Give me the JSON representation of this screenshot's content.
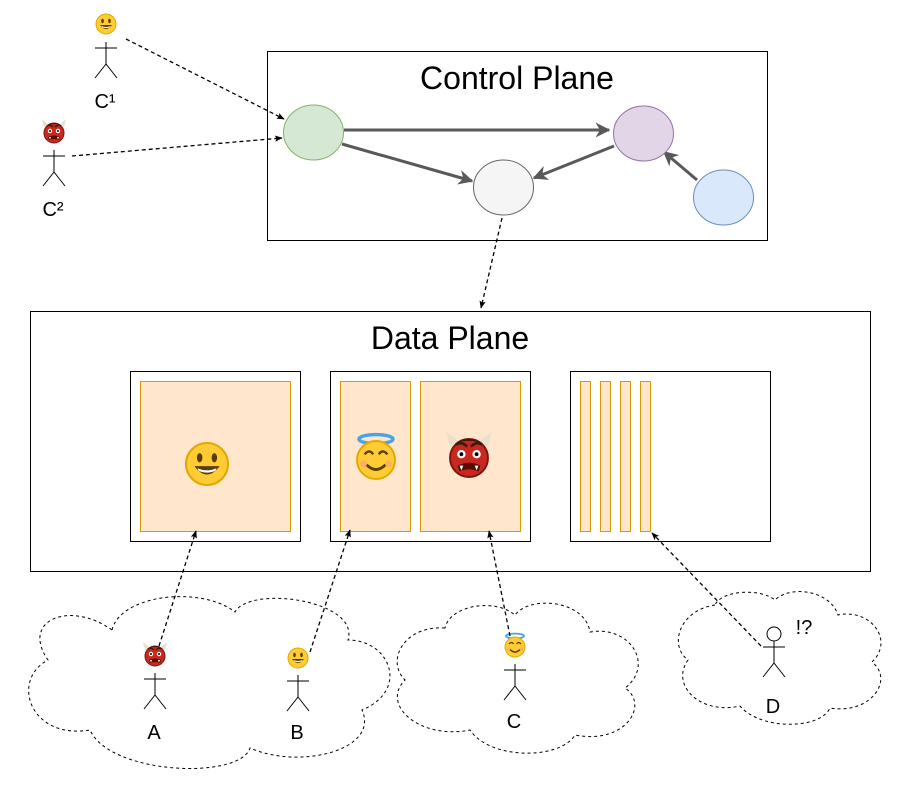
{
  "control_plane": {
    "title": "Control Plane"
  },
  "data_plane": {
    "title": "Data Plane"
  },
  "actors": {
    "c1": {
      "label": "C¹"
    },
    "c2": {
      "label": "C²"
    },
    "a": {
      "label": "A"
    },
    "b": {
      "label": "B"
    },
    "c": {
      "label": "C"
    },
    "d": {
      "label": "D",
      "annotation": "!?"
    }
  },
  "icons": {
    "happy": "grinning-face-icon",
    "angel": "smiling-face-with-halo-icon",
    "ogre": "ogre-icon",
    "unknown": "plain-stick-figure"
  },
  "colors": {
    "green_node": "#d5e8d4",
    "purple_node": "#e1d5e7",
    "white_node": "#f5f5f5",
    "blue_node": "#dae8fc",
    "compartment_fill": "#ffe6cc",
    "compartment_stroke": "#d79b00",
    "arrow": "#595959"
  }
}
